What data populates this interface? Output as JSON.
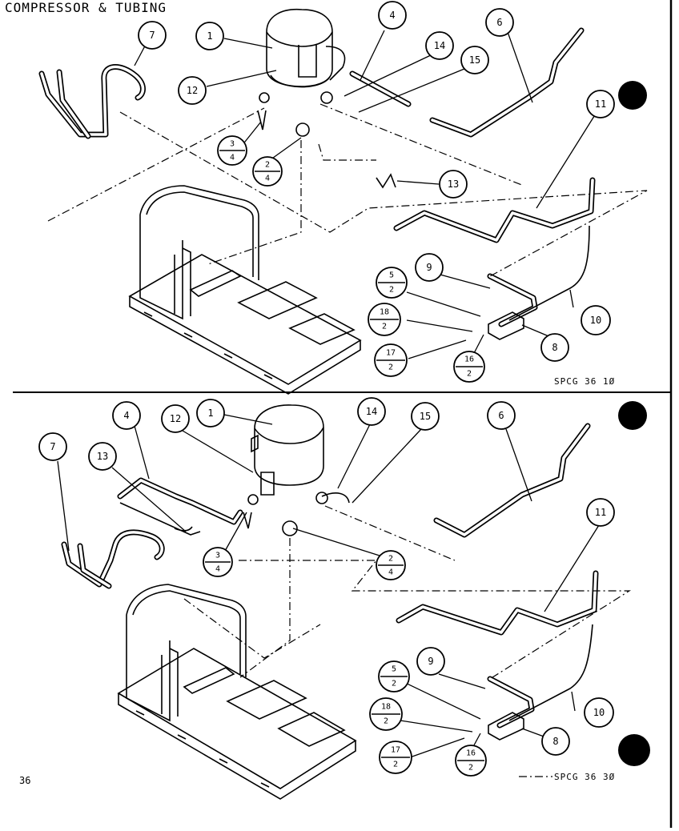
{
  "title": "COMPRESSOR & TUBING",
  "page_number": "36",
  "colors": {
    "ink": "#000000",
    "paper": "#ffffff"
  },
  "top_view": {
    "caption": "SPCG 36 1Ø",
    "callouts": {
      "c1": "1",
      "c4": "4",
      "c6": "6",
      "c7": "7",
      "c9": "9",
      "c10": "10",
      "c11": "11",
      "c12": "12",
      "c13": "13",
      "c14": "14",
      "c15": "15",
      "c8": "8"
    },
    "fractions": {
      "f34": {
        "num": "3",
        "den": "4"
      },
      "f24": {
        "num": "2",
        "den": "4"
      },
      "f52": {
        "num": "5",
        "den": "2"
      },
      "f182": {
        "num": "18",
        "den": "2"
      },
      "f172": {
        "num": "17",
        "den": "2"
      },
      "f162": {
        "num": "16",
        "den": "2"
      }
    }
  },
  "bottom_view": {
    "caption": "SPCG 36 3Ø",
    "callouts": {
      "c1": "1",
      "c4": "4",
      "c6": "6",
      "c7": "7",
      "c9": "9",
      "c10": "10",
      "c11": "11",
      "c12": "12",
      "c13": "13",
      "c14": "14",
      "c15": "15",
      "c8": "8"
    },
    "fractions": {
      "f34": {
        "num": "3",
        "den": "4"
      },
      "f24": {
        "num": "2",
        "den": "4"
      },
      "f52": {
        "num": "5",
        "den": "2"
      },
      "f182": {
        "num": "18",
        "den": "2"
      },
      "f172": {
        "num": "17",
        "den": "2"
      },
      "f162": {
        "num": "16",
        "den": "2"
      }
    }
  }
}
